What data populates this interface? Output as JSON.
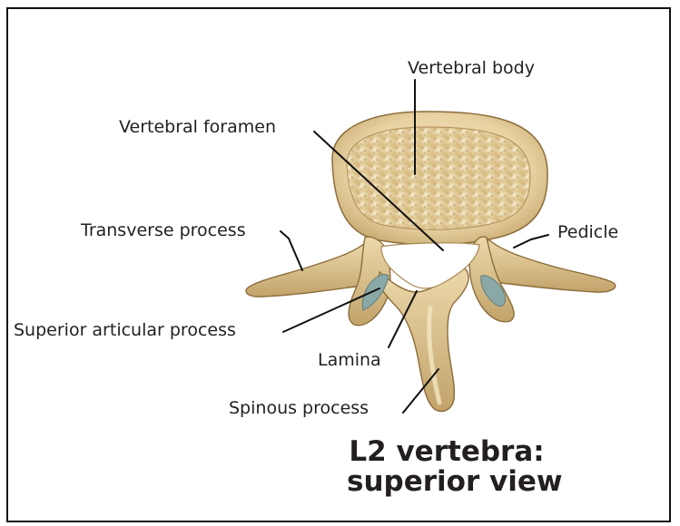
{
  "labels": {
    "vertebral_body": "Vertebral body",
    "vertebral_foramen": "Vertebral foramen",
    "transverse_process": "Transverse process",
    "pedicle": "Pedicle",
    "superior_articular_process": "Superior articular process",
    "lamina": "Lamina",
    "spinous_process": "Spinous process"
  },
  "title": {
    "line1": "L2 vertebra:",
    "line2": "superior view"
  },
  "colors": {
    "bone": "#e6cf9f",
    "bone_shadow": "#b89a62",
    "cancellous": "#f2e6c4",
    "cartilage": "#8aa9a6",
    "leader": "#111111",
    "text": "#231f20"
  }
}
